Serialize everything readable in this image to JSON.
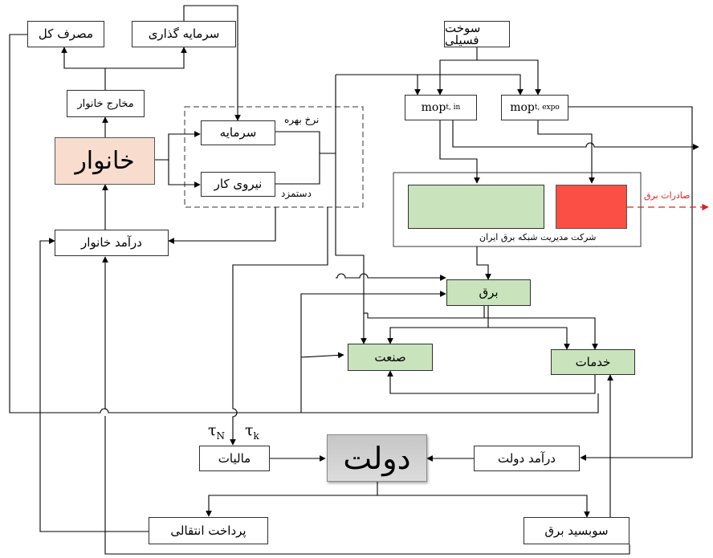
{
  "boxes": {
    "total_consumption": "مصرف کل",
    "investment": "سرمایه گذاری",
    "household_expenditure": "مخارج خانوار",
    "household": "خانوار",
    "capital": "سرمایه",
    "labor": "نیروی کار",
    "household_income": "درآمد خانوار",
    "fossil_fuel": "سوخت فسیلی",
    "mop_in_base": "mop",
    "mop_in_sub": "t, in",
    "mop_expo_base": "mop",
    "mop_expo_sub": "t, expo",
    "electricity": "برق",
    "industry": "صنعت",
    "services": "خدمات",
    "tax": "مالیات",
    "government": "دولت",
    "government_income": "درآمد دولت",
    "transfer_payment": "پرداخت انتقالی",
    "electricity_subsidy": "سوبسید برق"
  },
  "labels": {
    "interest_rate": "نرخ بهره",
    "wage": "دستمزد",
    "grid_company": "شرکت مدیریت شبکه برق ایران",
    "electricity_export": "صادرات برق",
    "tau_n_base": "τ",
    "tau_n_sub": "N",
    "tau_k_base": "τ",
    "tau_k_sub": "k"
  },
  "colors": {
    "sector_green": "#c9e3bc",
    "household_peach": "#f8ddcf",
    "export_red": "#fb4f45",
    "export_line": "#e02020",
    "government_gray": "#cfcfcf"
  }
}
